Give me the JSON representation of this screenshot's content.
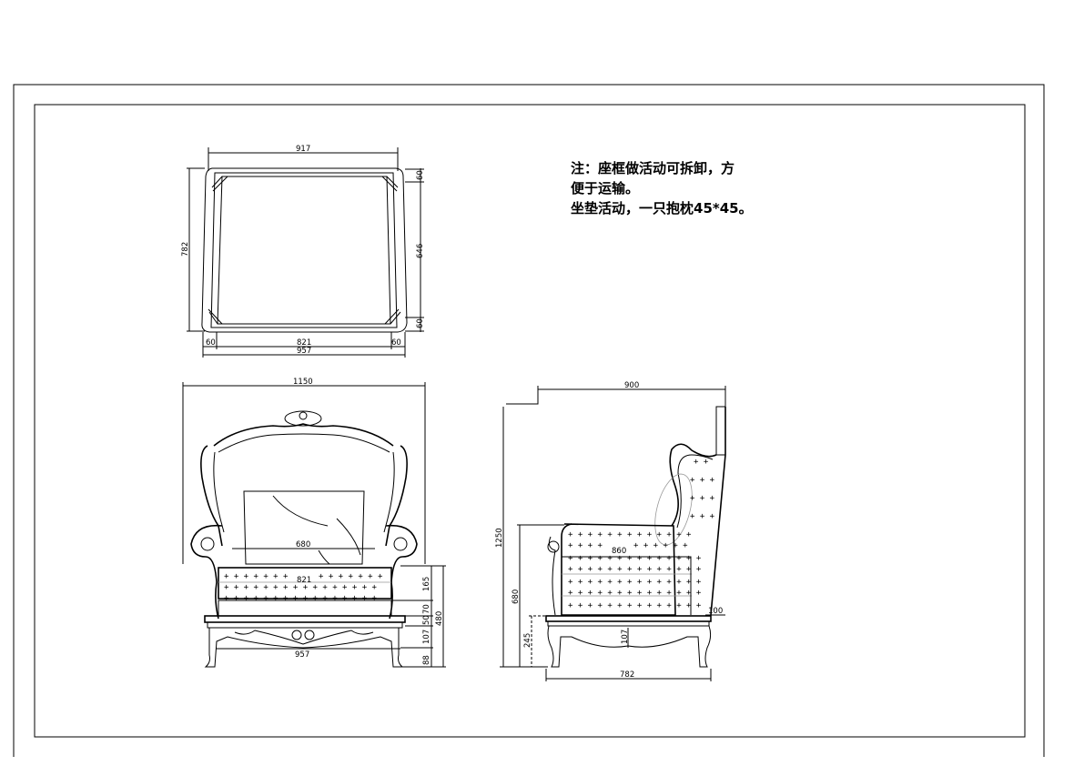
{
  "notes": {
    "line1": "注：座框做活动可拆卸，方",
    "line2": "便于运输。",
    "line3": "坐垫活动，一只抱枕45*45。"
  },
  "top_view": {
    "width_top": "917",
    "depth": "782",
    "rail_top": "60",
    "inner_depth": "646",
    "rail_bottom": "60",
    "rail_left": "60",
    "inner_width": "821",
    "rail_right": "60",
    "width_bottom": "957"
  },
  "front_view": {
    "overall_width": "1150",
    "pillow_width": "680",
    "seat_width": "821",
    "base_width": "957",
    "cushion_height": "165",
    "h70": "70",
    "h50": "50",
    "h107": "107",
    "leg_height": "88",
    "seat_height": "480"
  },
  "side_view": {
    "overall_depth": "900",
    "overall_height": "1250",
    "arm_height": "680",
    "base_height": "245",
    "seat_depth": "860",
    "apron": "107",
    "back_thickness": "100",
    "base_depth": "782"
  }
}
